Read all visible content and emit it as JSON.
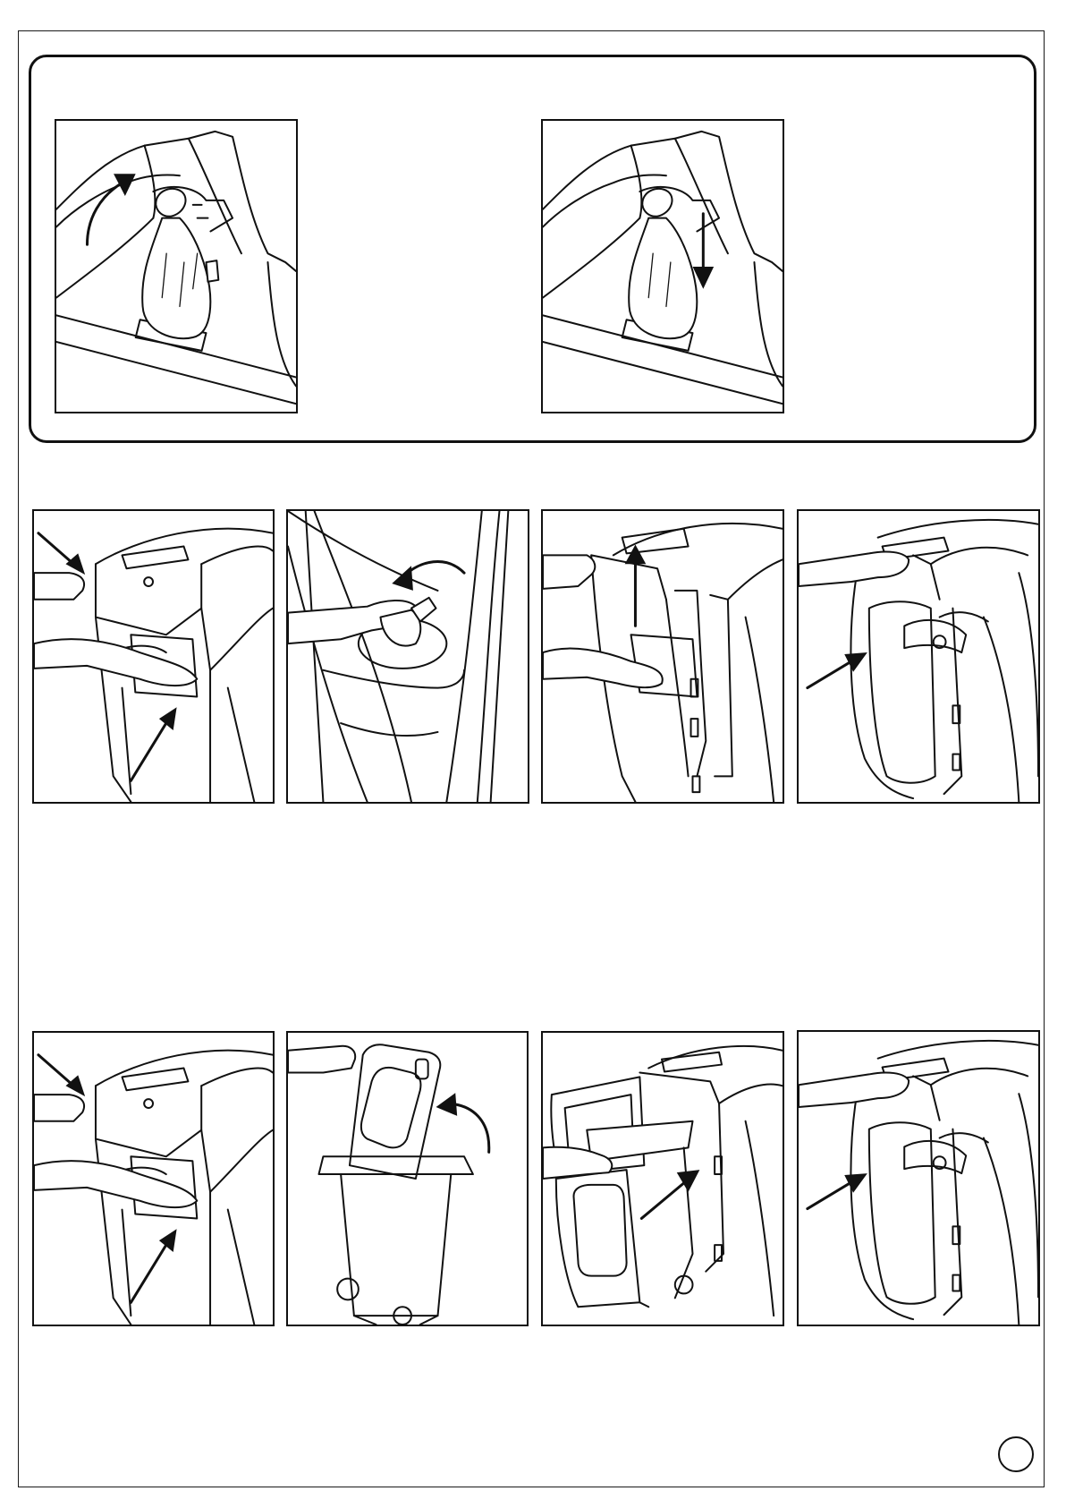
{
  "page": {
    "number": ""
  },
  "figures": [
    {
      "id": "bag-lift",
      "icon": "hand-lifting-bag-arrow-up"
    },
    {
      "id": "bag-lower",
      "icon": "hand-lowering-bag-arrow-down"
    },
    {
      "id": "row1-release-lid",
      "icon": "hands-pressing-catches"
    },
    {
      "id": "row1-unscrew-cap",
      "icon": "hand-turning-knob-arrow"
    },
    {
      "id": "row1-lift-unit",
      "icon": "hand-lifting-cover-arrow-up"
    },
    {
      "id": "row1-close-unit",
      "icon": "hand-closing-cover-arrow"
    },
    {
      "id": "row2-release-lid",
      "icon": "hands-pressing-catches"
    },
    {
      "id": "row2-open-bin-lid",
      "icon": "hand-opening-bin-lid-arrow"
    },
    {
      "id": "row2-insert-bin",
      "icon": "hand-pushing-bin-arrow"
    },
    {
      "id": "row2-close-unit",
      "icon": "hand-closing-cover-arrow"
    }
  ]
}
